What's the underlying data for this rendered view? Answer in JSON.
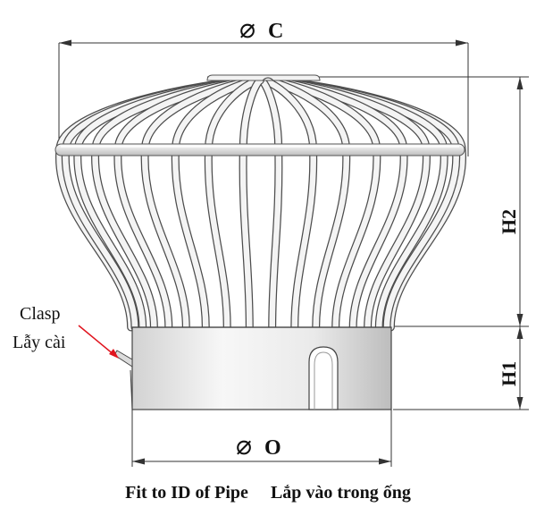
{
  "dimensions": {
    "diameter_c": {
      "symbol": "⌀",
      "letter": "C"
    },
    "diameter_o": {
      "symbol": "⌀",
      "letter": "O"
    },
    "h1": "H1",
    "h2": "H2"
  },
  "callout": {
    "line1": "Clasp",
    "line2": "Lẫy cài",
    "arrow_color": "#e0141e"
  },
  "caption": {
    "english": "Fit to ID of Pipe",
    "vietnamese": "Lắp vào trong ống"
  }
}
